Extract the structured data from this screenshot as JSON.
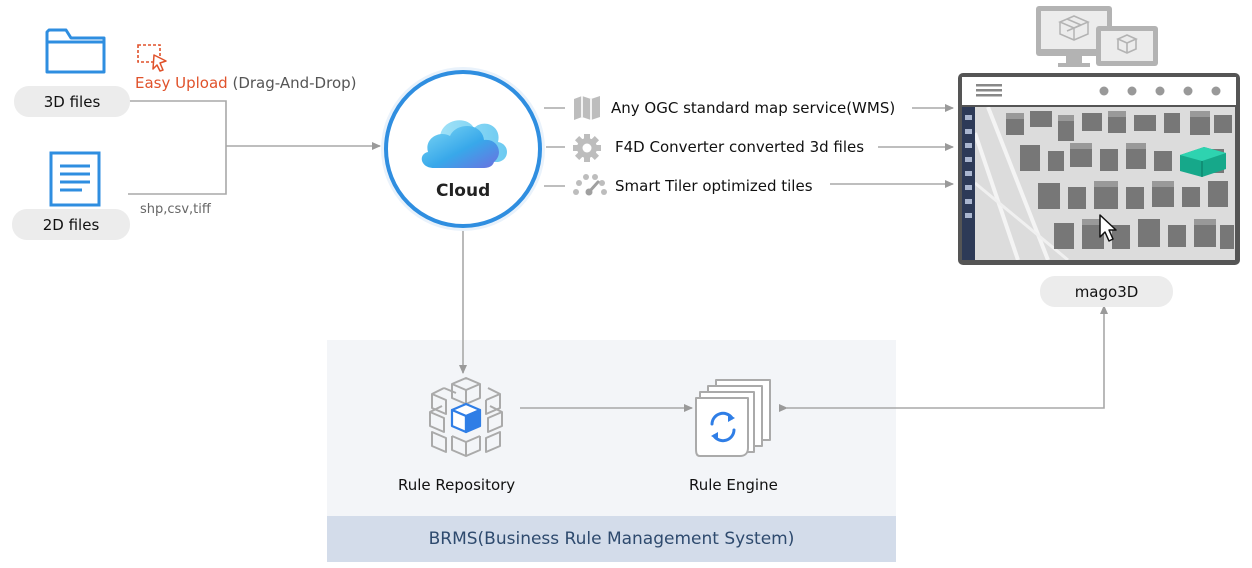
{
  "inputs": {
    "files_3d_label": "3D files",
    "files_2d_label": "2D files",
    "upload_highlight": "Easy Upload",
    "upload_detail": "(Drag-And-Drop)",
    "formats_2d": "shp,csv,tiff"
  },
  "cloud": {
    "label": "Cloud"
  },
  "services": [
    {
      "icon": "map-icon",
      "label": "Any OGC standard map service(WMS)"
    },
    {
      "icon": "gear-icon",
      "label": "F4D Converter converted 3d files"
    },
    {
      "icon": "gauge-icon",
      "label": "Smart Tiler optimized tiles"
    }
  ],
  "viewer": {
    "label": "mago3D"
  },
  "brms": {
    "title": "BRMS(Business Rule Management System)",
    "repository_label": "Rule Repository",
    "engine_label": "Rule Engine"
  },
  "colors": {
    "accent_blue": "#2f8ee0",
    "upload_orange": "#e0522b",
    "brms_bar": "#d3dcea",
    "building_teal": "#1fbf9c"
  }
}
